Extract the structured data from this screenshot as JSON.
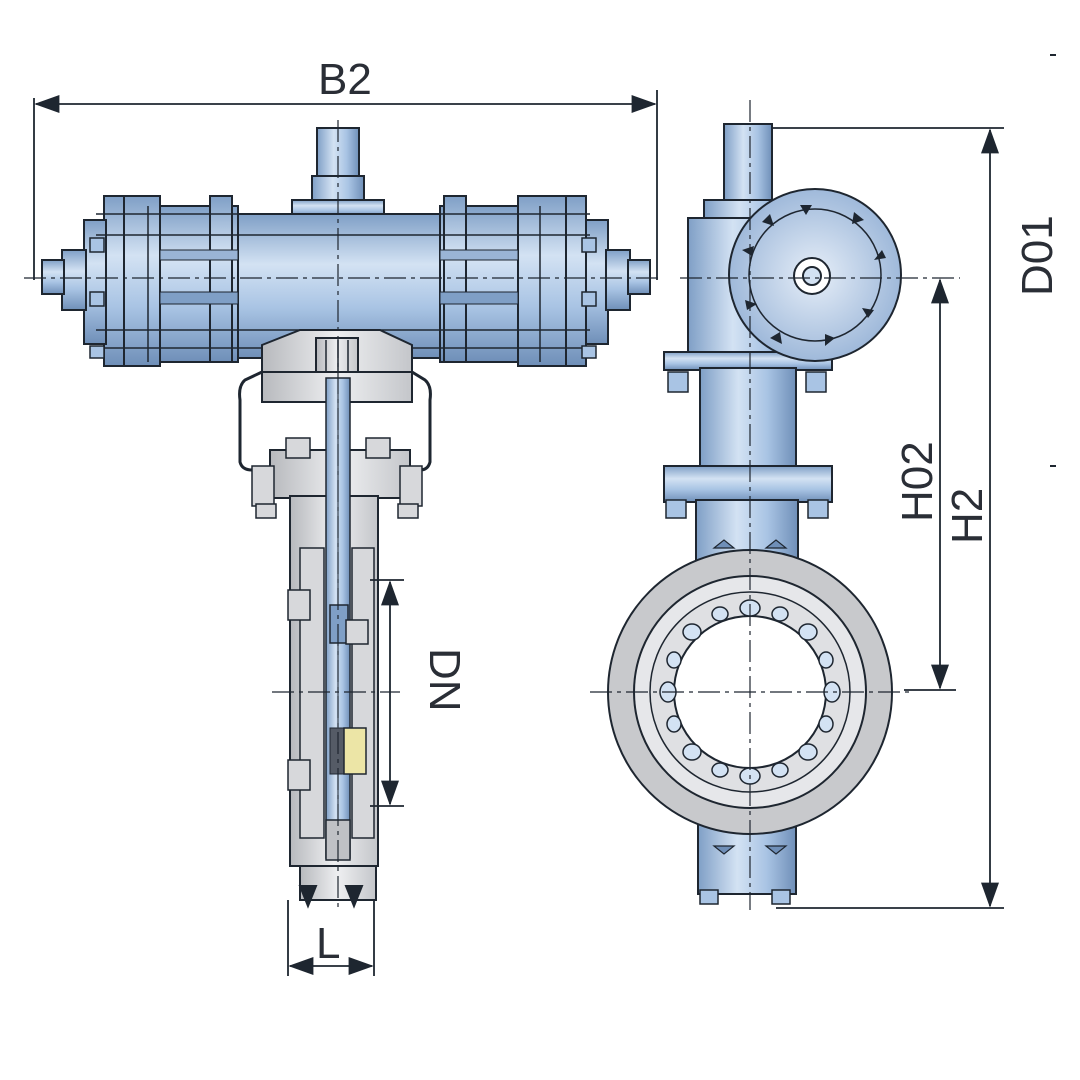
{
  "dimensions": {
    "b2": "B2",
    "l": "L",
    "dn": "DN",
    "h02": "H02",
    "h2": "H2",
    "d01": "D01"
  },
  "colors": {
    "steel_blue": "#a9c4e4",
    "steel_blue_dark": "#7f9fc6",
    "steel_blue_light": "#d3e2f3",
    "outline": "#1e2630",
    "grey_body": "#c8c9cc",
    "grey_light": "#e4e5e8",
    "accent_yellow": "#ece5a6"
  },
  "icons": {
    "actuator": "pneumatic-actuator-icon",
    "valve_body": "knife-gate-valve-body-icon",
    "handwheel": "handwheel-flange-icon",
    "bore": "valve-bore-ring-icon"
  }
}
